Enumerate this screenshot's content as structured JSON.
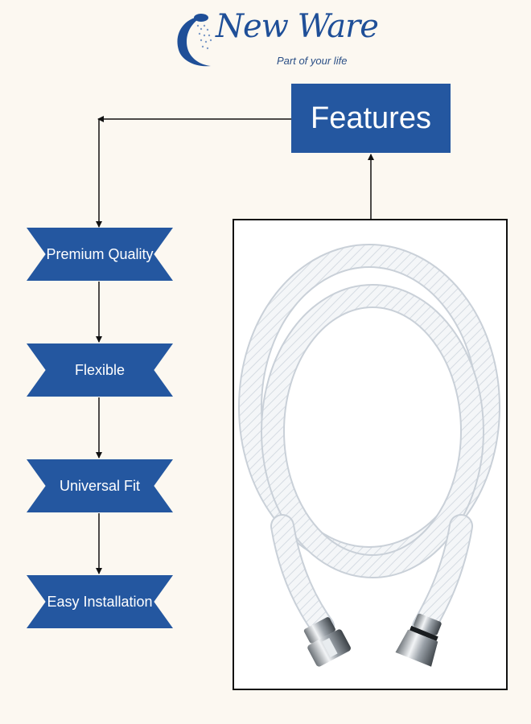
{
  "logo": {
    "brand": "New Ware",
    "tagline": "Part of your life"
  },
  "features_title": "Features",
  "features": [
    {
      "label": "Premium Quality"
    },
    {
      "label": "Flexible"
    },
    {
      "label": "Universal Fit"
    },
    {
      "label": "Easy Installation"
    }
  ],
  "colors": {
    "background": "#fcf8f1",
    "accent": "#2457a0",
    "text_on_accent": "#ffffff",
    "lines": "#111111"
  },
  "product_image": {
    "icon": "shower-hose-image"
  }
}
